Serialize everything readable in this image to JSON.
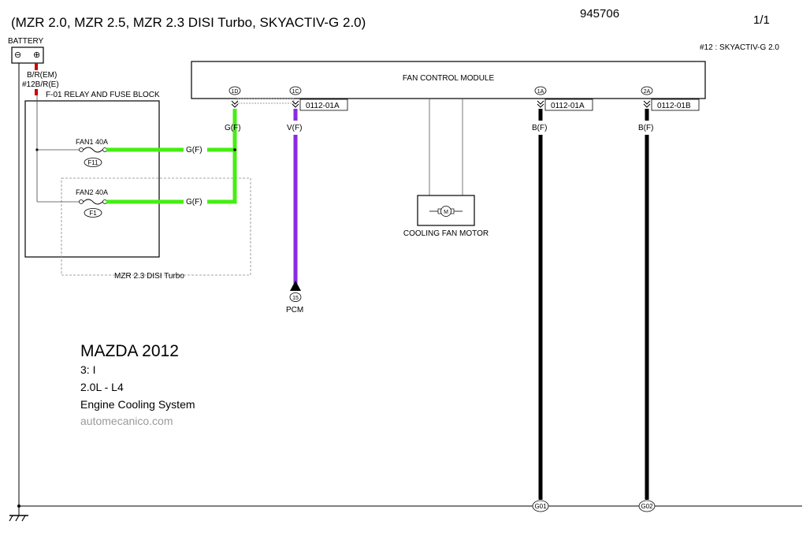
{
  "header": {
    "engines": "(MZR 2.0, MZR 2.5, MZR 2.3 DISI Turbo, SKYACTIV-G 2.0)",
    "doc_number": "945706",
    "page": "1/1",
    "footnote": "#12 : SKYACTIV-G 2.0"
  },
  "battery": {
    "label": "BATTERY",
    "minus": "⊖",
    "plus": "⊕",
    "wire_1": "B/R(EM)",
    "wire_2": "#12B/R(E)"
  },
  "relay_block": {
    "label": "F-01  RELAY AND FUSE BLOCK",
    "fuse1_label": "FAN1 40A",
    "fuse1_tag": "F11",
    "fuse2_label": "FAN2 40A",
    "fuse2_tag": "F1",
    "fuse1_wire": "G(F)",
    "fuse2_wire": "G(F)",
    "turbo_box_label": "MZR 2.3 DISI Turbo"
  },
  "module": {
    "label": "FAN CONTROL MODULE",
    "pins": [
      {
        "id": "1D",
        "connector": "",
        "wire": "G(F)"
      },
      {
        "id": "1C",
        "connector": "0112-01A",
        "wire": "V(F)"
      },
      {
        "id": "1A",
        "connector": "0112-01A",
        "wire": "B(F)"
      },
      {
        "id": "2A",
        "connector": "0112-01B",
        "wire": "B(F)"
      }
    ]
  },
  "motor": {
    "symbol": "M",
    "label": "COOLING FAN MOTOR"
  },
  "pcm": {
    "pin": "15",
    "label": "PCM"
  },
  "grounds": [
    "G01",
    "G02"
  ],
  "watermark": {
    "make_year": "MAZDA 2012",
    "model": "3: I",
    "engine": "2.0L - L4",
    "system": "Engine Cooling System",
    "site": "automecanico.com"
  },
  "colors": {
    "wire_green": "#44ee11",
    "wire_violet": "#8a2be2",
    "wire_black": "#000000",
    "battery_wire": "#cc0000"
  }
}
